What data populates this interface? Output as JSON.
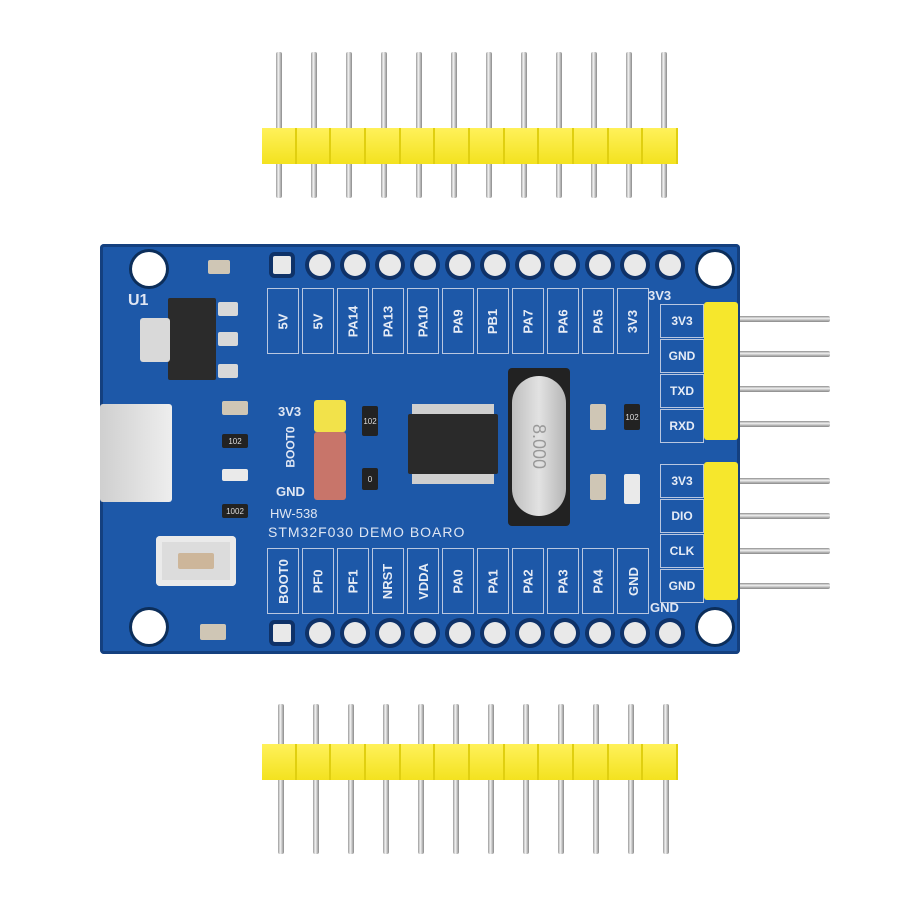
{
  "product": {
    "board_name": "STM32F030 DEMO BOARO",
    "model": "HW-538",
    "regulator_ref": "U1",
    "crystal_marking": "8.000",
    "resistor_codes": [
      "102",
      "102",
      "1002",
      "0"
    ]
  },
  "top_row_labels": [
    "5V",
    "5V",
    "PA14",
    "PA13",
    "PA10",
    "PA9",
    "PB1",
    "PA7",
    "PA6",
    "PA5",
    "3V3"
  ],
  "bottom_row_labels": [
    "BOOT0",
    "PF0",
    "PF1",
    "NRST",
    "VDDA",
    "PA0",
    "PA1",
    "PA2",
    "PA3",
    "PA4",
    "GND"
  ],
  "right_uart_labels": [
    "3V3",
    "GND",
    "TXD",
    "RXD"
  ],
  "right_swd_labels": [
    "3V3",
    "DIO",
    "CLK",
    "GND"
  ],
  "corner_labels": {
    "top_right": "3V3",
    "bottom_right": "GND"
  },
  "boot_jumper_labels": [
    "3V3",
    "BOOT0",
    "GND"
  ],
  "colors": {
    "pcb": "#1d58a8",
    "header_plastic": "#f6e72c",
    "background": "#ffffff"
  },
  "loose_headers": {
    "top_pin_count": 12,
    "bottom_pin_count": 12
  }
}
